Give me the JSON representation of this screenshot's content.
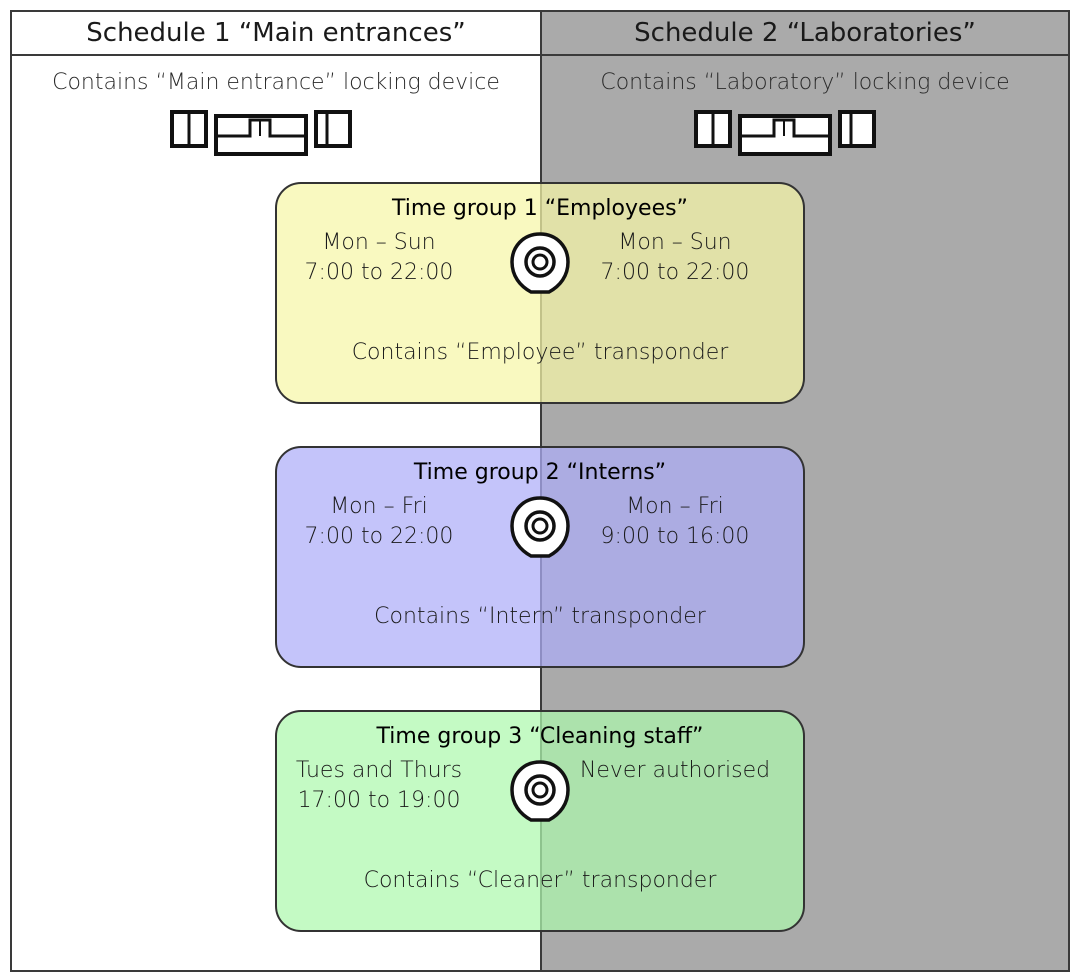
{
  "schedules": [
    {
      "title": "Schedule 1 “Main entrances”",
      "lock_label": "Contains “Main entrance” locking device"
    },
    {
      "title": "Schedule 2 “Laboratories”",
      "lock_label": "Contains “Laboratory” locking device"
    }
  ],
  "time_groups": [
    {
      "title": "Time group 1 “Employees”",
      "left_days": "Mon – Sun",
      "left_hours": "7:00 to 22:00",
      "right_days": "Mon – Sun",
      "right_hours": "7:00 to 22:00",
      "contains": "Contains “Employee” transponder",
      "color": "#f7f7a8"
    },
    {
      "title": "Time group 2 “Interns”",
      "left_days": "Mon – Fri",
      "left_hours": "7:00 to 22:00",
      "right_days": "Mon – Fri",
      "right_hours": "9:00 to 16:00",
      "contains": "Contains “Intern” transponder",
      "color": "#adadf8"
    },
    {
      "title": "Time group 3 “Cleaning staff”",
      "left_days": "Tues and Thurs",
      "left_hours": "17:00 to 19:00",
      "right_days": "Never authorised",
      "right_hours": "",
      "contains": "Contains “Cleaner” transponder",
      "color": "#adf8ad"
    }
  ],
  "colors": {
    "left_bg": "#ffffff",
    "right_bg": "#aaaaaa",
    "border": "#333333"
  },
  "icons": {
    "lock": "cylinder-lock-icon",
    "transponder": "transponder-icon"
  }
}
